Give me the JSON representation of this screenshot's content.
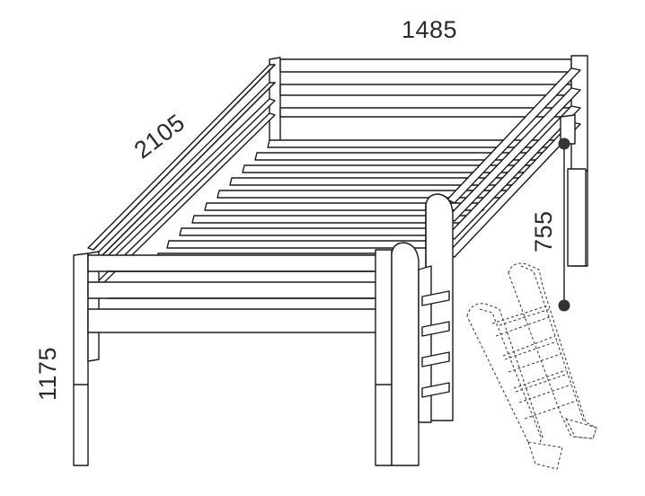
{
  "dimensions": {
    "width": "1485",
    "length": "2105",
    "height": "1175",
    "underbed_clearance": "755"
  }
}
